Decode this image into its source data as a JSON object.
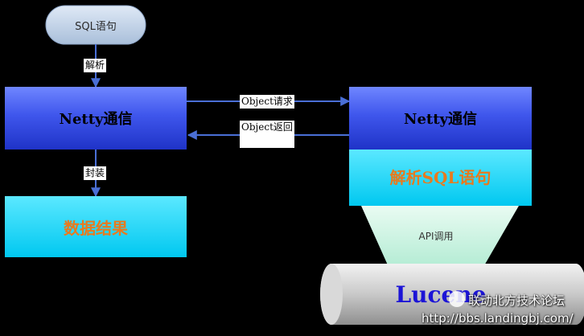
{
  "nodes": {
    "sql_statement": "SQL语句",
    "netty_left": "Netty通信",
    "data_result": "数据结果",
    "netty_right": "Netty通信",
    "parse_sql": "解析SQL语句",
    "api_call": "API调用",
    "lucene": "Lucene"
  },
  "edges": {
    "parse": "解析",
    "package": "封装",
    "object_request": "Object请求",
    "object_return": "Object返回"
  },
  "watermark": {
    "name": "联动北方技术论坛",
    "url": "http://bbs.landingbj.com/"
  },
  "colors": {
    "background": "#000000",
    "netty_blue": "#3b4fe0",
    "cyan": "#00d2f5",
    "orange_text": "#e87a1e",
    "lucene_text": "#1c14d6"
  }
}
